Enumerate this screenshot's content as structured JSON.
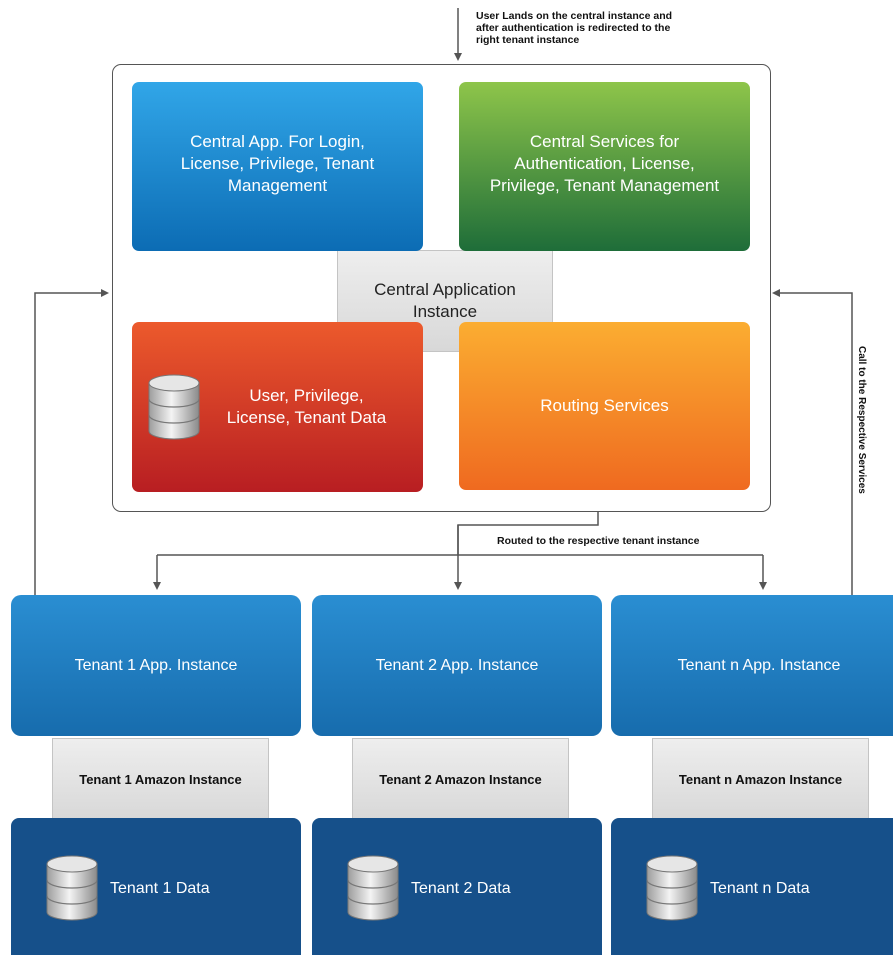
{
  "notes": {
    "top_note": [
      "User Lands on the central instance and",
      "after authentication is redirected to the",
      "right tenant instance"
    ],
    "routed_note": "Routed to the respective tenant instance",
    "side_note": "Call to the Respective Services"
  },
  "central": {
    "label": [
      "Central Application",
      "Instance"
    ],
    "app_tile": [
      "Central App. For Login,",
      "License, Privilege, Tenant",
      "Management"
    ],
    "services_tile": [
      "Central Services for",
      "Authentication, License,",
      "Privilege, Tenant Management"
    ],
    "data_tile": [
      "User, Privilege,",
      "License, Tenant Data"
    ],
    "routing_tile": "Routing Services"
  },
  "tenants": [
    {
      "app": "Tenant 1 App. Instance",
      "amazon": "Tenant 1 Amazon Instance",
      "data": "Tenant 1 Data"
    },
    {
      "app": "Tenant 2 App. Instance",
      "amazon": "Tenant 2 Amazon Instance",
      "data": "Tenant 2 Data"
    },
    {
      "app": "Tenant n App. Instance",
      "amazon": "Tenant n Amazon Instance",
      "data": "Tenant n Data"
    }
  ],
  "colors": {
    "blue": "#1b84cf",
    "green": "#4f9a3a",
    "red": "#d33b26",
    "orange": "#f58b26",
    "tenant_app": "#2180c6",
    "tenant_data": "#16508a"
  },
  "icons": [
    "database-icon"
  ]
}
